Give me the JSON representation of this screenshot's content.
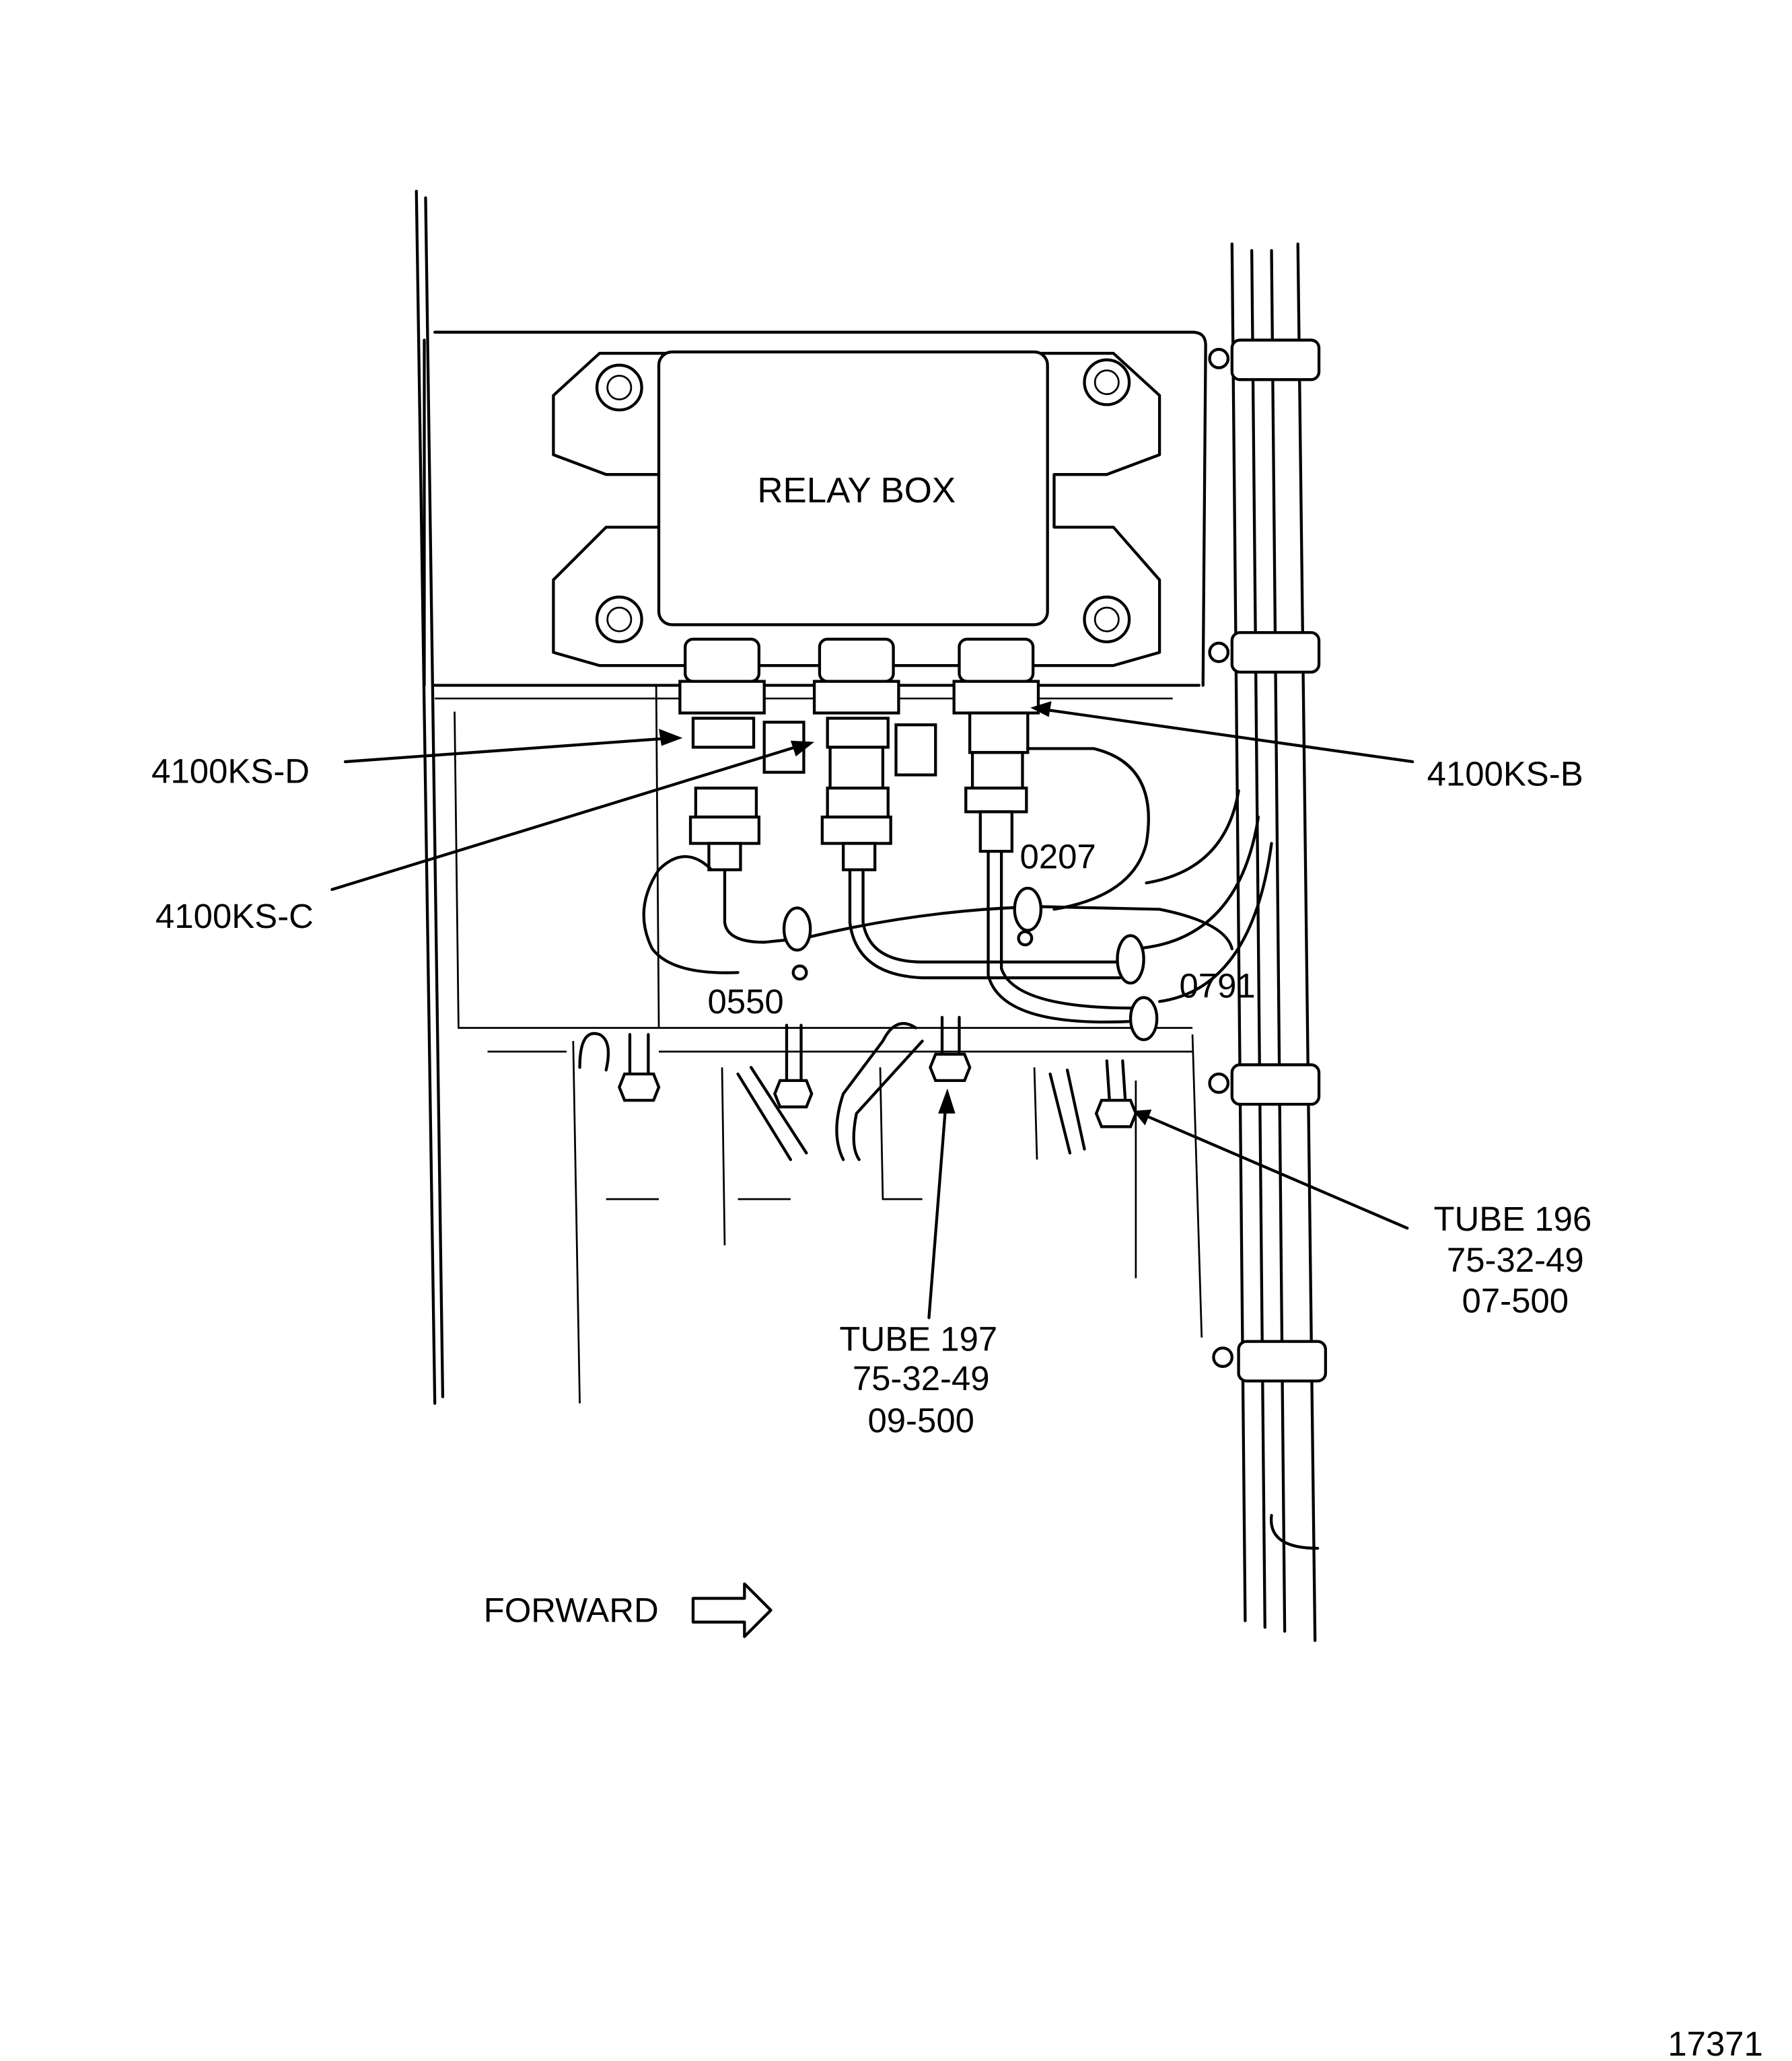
{
  "diagram": {
    "component_title": "RELAY BOX",
    "connector_labels": {
      "d": "4100KS-D",
      "c": "4100KS-C",
      "b": "4100KS-B"
    },
    "clamp_labels": {
      "c0207": "0207",
      "c0550": "0550",
      "c0791": "0791"
    },
    "tube_196": [
      "TUBE 196",
      "75-32-49",
      "07-500"
    ],
    "tube_197": [
      "TUBE 197",
      "75-32-49",
      "09-500"
    ],
    "direction_label": "FORWARD",
    "figure_number": "17371"
  }
}
